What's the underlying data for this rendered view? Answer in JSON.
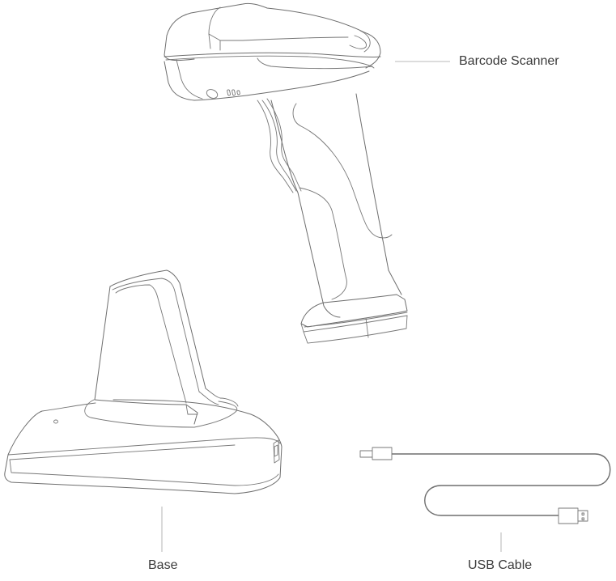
{
  "diagram": {
    "type": "product-components-illustration",
    "style": "line-art",
    "colors": {
      "line": "#6e6e6e",
      "leader": "#c6c6c6",
      "label_text": "#3a3a3a",
      "background": "#ffffff"
    },
    "components": [
      {
        "id": "scanner",
        "label": "Barcode Scanner",
        "leader": "horizontal",
        "label_position": "right"
      },
      {
        "id": "base",
        "label": "Base",
        "leader": "vertical",
        "label_position": "bottom"
      },
      {
        "id": "cable",
        "label": "USB Cable",
        "leader": "vertical",
        "label_position": "bottom"
      }
    ]
  },
  "labels": {
    "scanner": "Barcode Scanner",
    "base": "Base",
    "cable": "USB Cable"
  }
}
